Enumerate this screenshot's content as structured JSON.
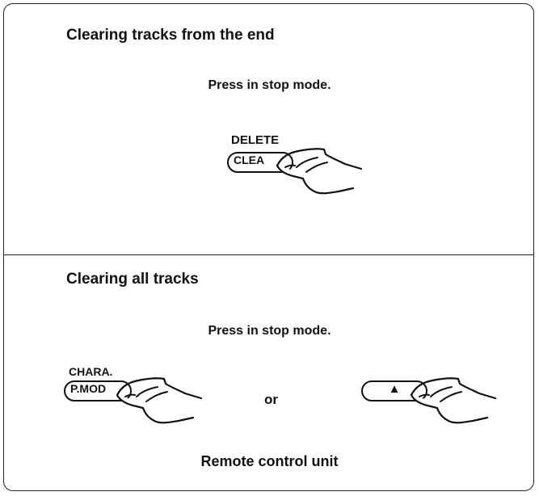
{
  "sections": [
    {
      "heading": "Clearing tracks from the end",
      "instruction": "Press in stop mode.",
      "button_top_label": "DELETE",
      "button_label": "CLEA"
    },
    {
      "heading": "Clearing all tracks",
      "instruction": "Press in stop mode.",
      "button_top_label": "CHARA.",
      "button_label": "P.MOD",
      "separator": "or",
      "eject_symbol": "▲",
      "footer": "Remote control unit"
    }
  ],
  "icons": [
    "pointing-hand-icon",
    "eject-icon"
  ]
}
